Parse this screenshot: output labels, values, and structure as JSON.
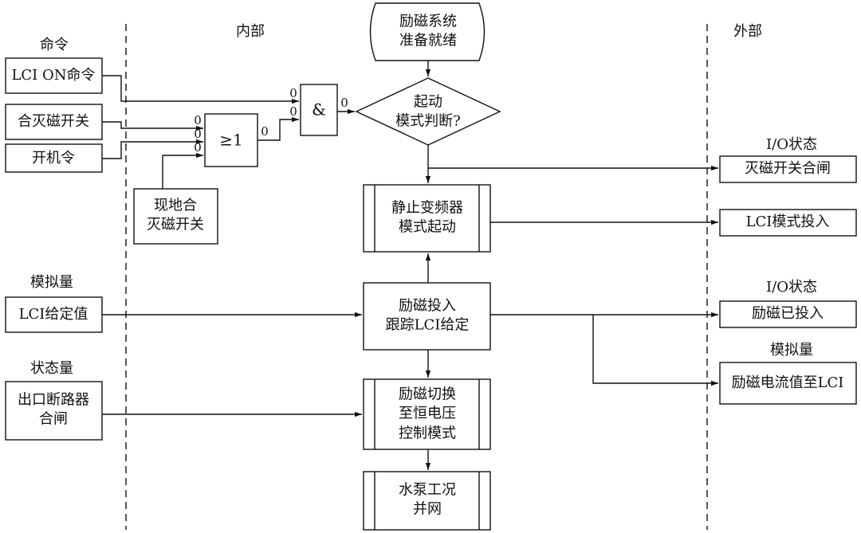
{
  "sections": {
    "internal": "内部",
    "external": "外部"
  },
  "groups": {
    "command": "命令",
    "analog_left": "模拟量",
    "status_left": "状态量",
    "io_status_1": "I/O状态",
    "io_status_2": "I/O状态",
    "analog_right": "模拟量"
  },
  "inputs": {
    "lci_on": "LCI ON命令",
    "close_breaker": "合灭磁开关",
    "start_cmd": "开机令",
    "local_close": [
      "现地合",
      "灭磁开关"
    ],
    "lci_setpoint": "LCI给定值",
    "outlet_breaker": [
      "出口断路器",
      "合闸"
    ]
  },
  "gates": {
    "and": "&",
    "or": "≥1",
    "signal": "0"
  },
  "flow": {
    "ready": [
      "励磁系统",
      "准备就绪"
    ],
    "decision": [
      "起动",
      "模式判断?"
    ],
    "sfc_start": [
      "静止变频器",
      "模式起动"
    ],
    "track": [
      "励磁投入",
      "跟踪LCI给定"
    ],
    "switch": [
      "励磁切换",
      "至恒电压",
      "控制模式"
    ],
    "grid": [
      "水泵工况",
      "并网"
    ]
  },
  "outputs": {
    "breaker_closed": "灭磁开关合闸",
    "lci_mode": "LCI模式投入",
    "exc_on": "励磁已投入",
    "current_to_lci": "励磁电流值至LCI"
  }
}
